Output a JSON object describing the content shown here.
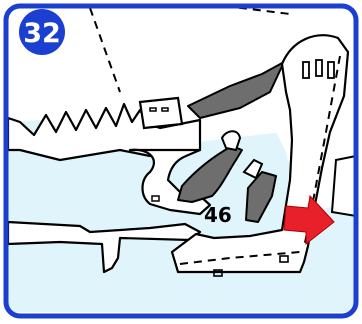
{
  "step": {
    "number": "32",
    "badge_color": "#1a3fd1"
  },
  "part_label": "46",
  "colors": {
    "frame": "#1a3fd1",
    "sky_fill": "#dff5fb",
    "part_gray": "#6e6e6e",
    "arrow": "#e8202a",
    "outline": "#000000"
  },
  "icons": {
    "arrow": "insert-direction-arrow"
  }
}
